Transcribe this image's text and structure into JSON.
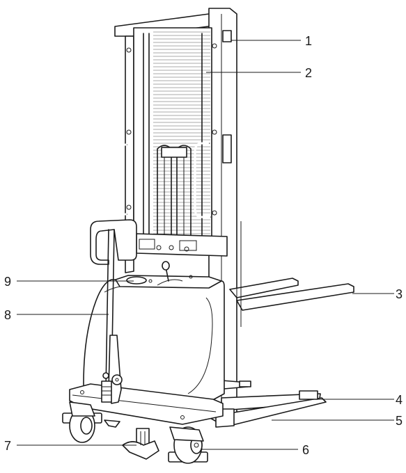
{
  "figure": {
    "colors": {
      "line": "#1a1a1a",
      "background": "#ffffff"
    },
    "callouts": [
      {
        "id": "1",
        "label": "1"
      },
      {
        "id": "2",
        "label": "2"
      },
      {
        "id": "3",
        "label": "3"
      },
      {
        "id": "4",
        "label": "4"
      },
      {
        "id": "5",
        "label": "5"
      },
      {
        "id": "6",
        "label": "6"
      },
      {
        "id": "7",
        "label": "7"
      },
      {
        "id": "8",
        "label": "8"
      },
      {
        "id": "9",
        "label": "9"
      }
    ]
  }
}
